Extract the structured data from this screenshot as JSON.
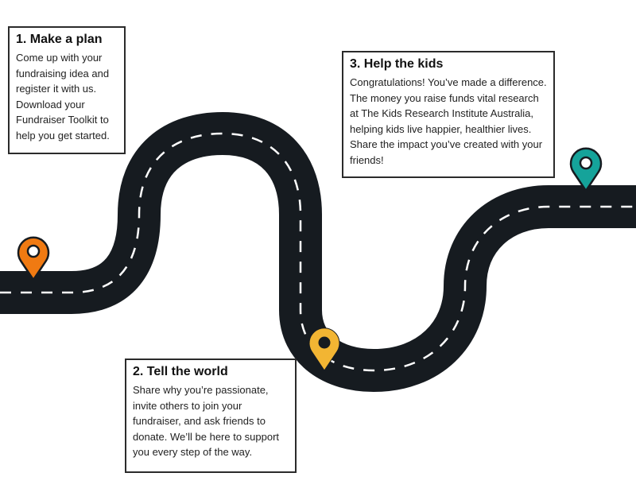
{
  "steps": [
    {
      "title": "1. Make a plan",
      "text": "Come up with your fundraising idea and register it with us. Download your Fundraiser Toolkit to help you get started.",
      "pin_color": "#f07a12"
    },
    {
      "title": "2. Tell the world",
      "text": "Share why you’re passionate, invite others to join your fundraiser, and ask friends to donate. We’ll be here to support you every step of the way.",
      "pin_color": "#f2b533"
    },
    {
      "title": "3. Help the kids",
      "text": "Congratulations! You’ve made a difference. The money you raise funds vital research at The Kids Research Institute Australia, helping kids live happier, healthier lives. Share the impact you’ve created with your friends!",
      "pin_color": "#15a39a"
    }
  ],
  "colors": {
    "road": "#161b20",
    "lane": "#ffffff",
    "border": "#2b2b2b"
  }
}
